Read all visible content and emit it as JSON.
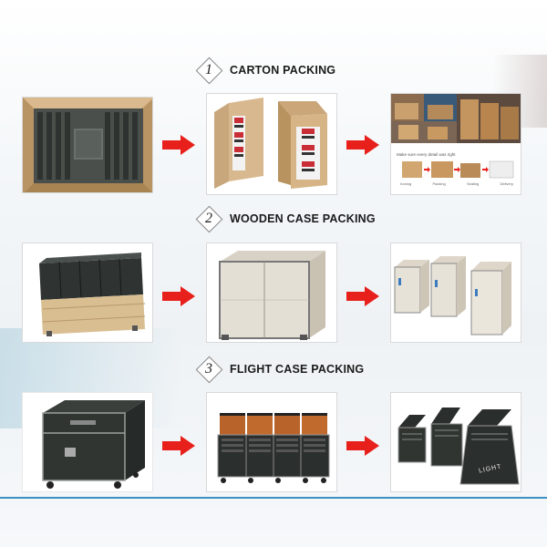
{
  "sections": [
    {
      "number": "1",
      "title": "CARTON PACKING"
    },
    {
      "number": "2",
      "title": "WOODEN CASE PACKING"
    },
    {
      "number": "3",
      "title": "FLIGHT CASE PACKING"
    }
  ],
  "process_strip": {
    "note": "Make sure every detail was right",
    "steps": [
      "Ironing",
      "Packing",
      "Sealing",
      "Delivery"
    ]
  },
  "flight_case_logo": "LIGHT",
  "colors": {
    "arrow": "#e8201c",
    "accent_line": "#3d8fc4"
  }
}
